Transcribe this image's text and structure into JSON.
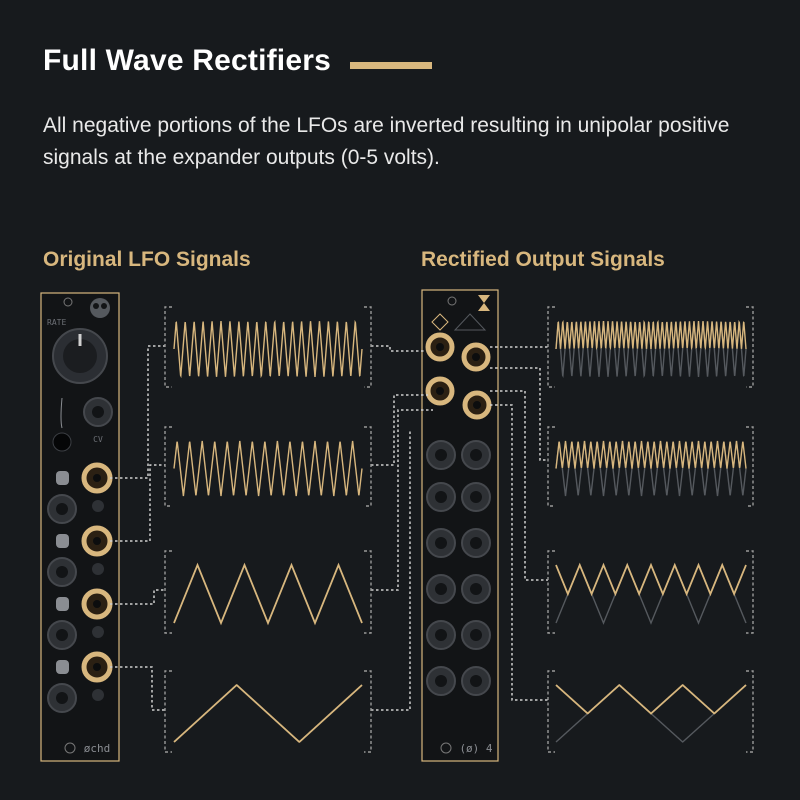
{
  "header": {
    "title": "Full Wave Rectifiers",
    "description": "All negative portions of the LFOs are inverted resulting in unipolar positive signals at the expander outputs (0-5 volts)."
  },
  "sections": {
    "original_label": "Original LFO Signals",
    "rectified_label": "Rectified Output Signals"
  },
  "module_left": {
    "knob_label": "RATE",
    "cv_label": "CV",
    "brand": "øchd"
  },
  "module_right": {
    "brand": "(ø) 4"
  },
  "colors": {
    "background": "#171a1d",
    "accent": "#d8b77e",
    "wire": "#cfcfcf",
    "bracket": "#9a9a9a",
    "ghost_wave": "#55595e",
    "panel": "#121416"
  },
  "waveforms": {
    "original": [
      {
        "shape": "triangle",
        "cycles": 21
      },
      {
        "shape": "triangle",
        "cycles": 15
      },
      {
        "shape": "triangle",
        "cycles": 4
      },
      {
        "shape": "triangle",
        "cycles": 1.5
      }
    ],
    "rectified": [
      {
        "shape": "full-wave rectified triangle",
        "cycles": 21
      },
      {
        "shape": "full-wave rectified triangle",
        "cycles": 15
      },
      {
        "shape": "full-wave rectified triangle",
        "cycles": 4
      },
      {
        "shape": "full-wave rectified triangle",
        "cycles": 1.5
      }
    ]
  }
}
